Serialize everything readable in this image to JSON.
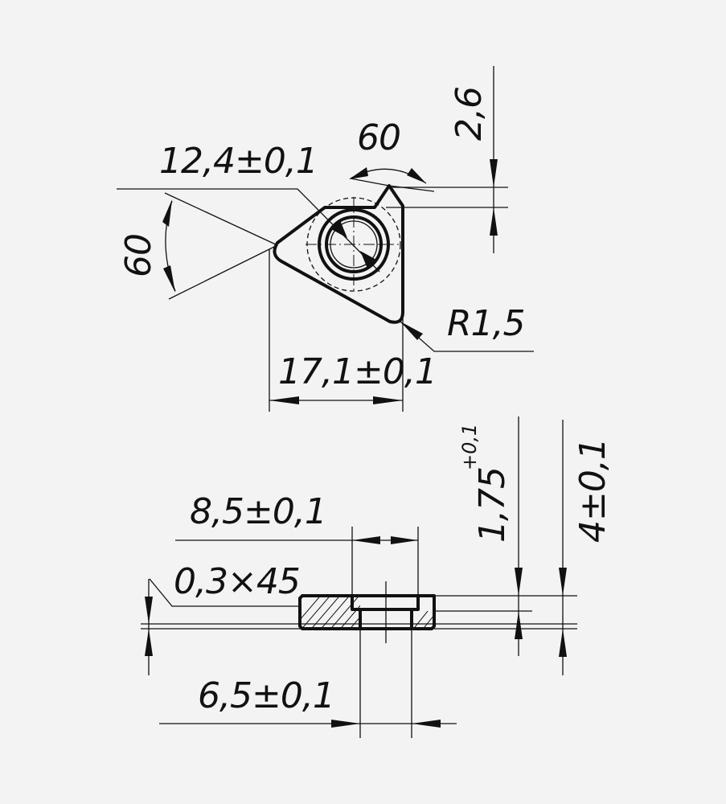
{
  "colors": {
    "background": "#f3f3f3",
    "ink": "#111111"
  },
  "dimensions": {
    "top_view": {
      "diameter": "12,4±0,1",
      "angle_top": "60",
      "angle_left": "60",
      "thickness_top": "2,6",
      "radius": "R1,5",
      "width": "17,1±0,1"
    },
    "side_view": {
      "counterbore": "8,5±0,1",
      "chamfer": "0,3×45",
      "bore": "6,5±0,1",
      "depth_main": "1,75",
      "depth_tolerance": "+0,1",
      "height": "4±0,1"
    }
  }
}
